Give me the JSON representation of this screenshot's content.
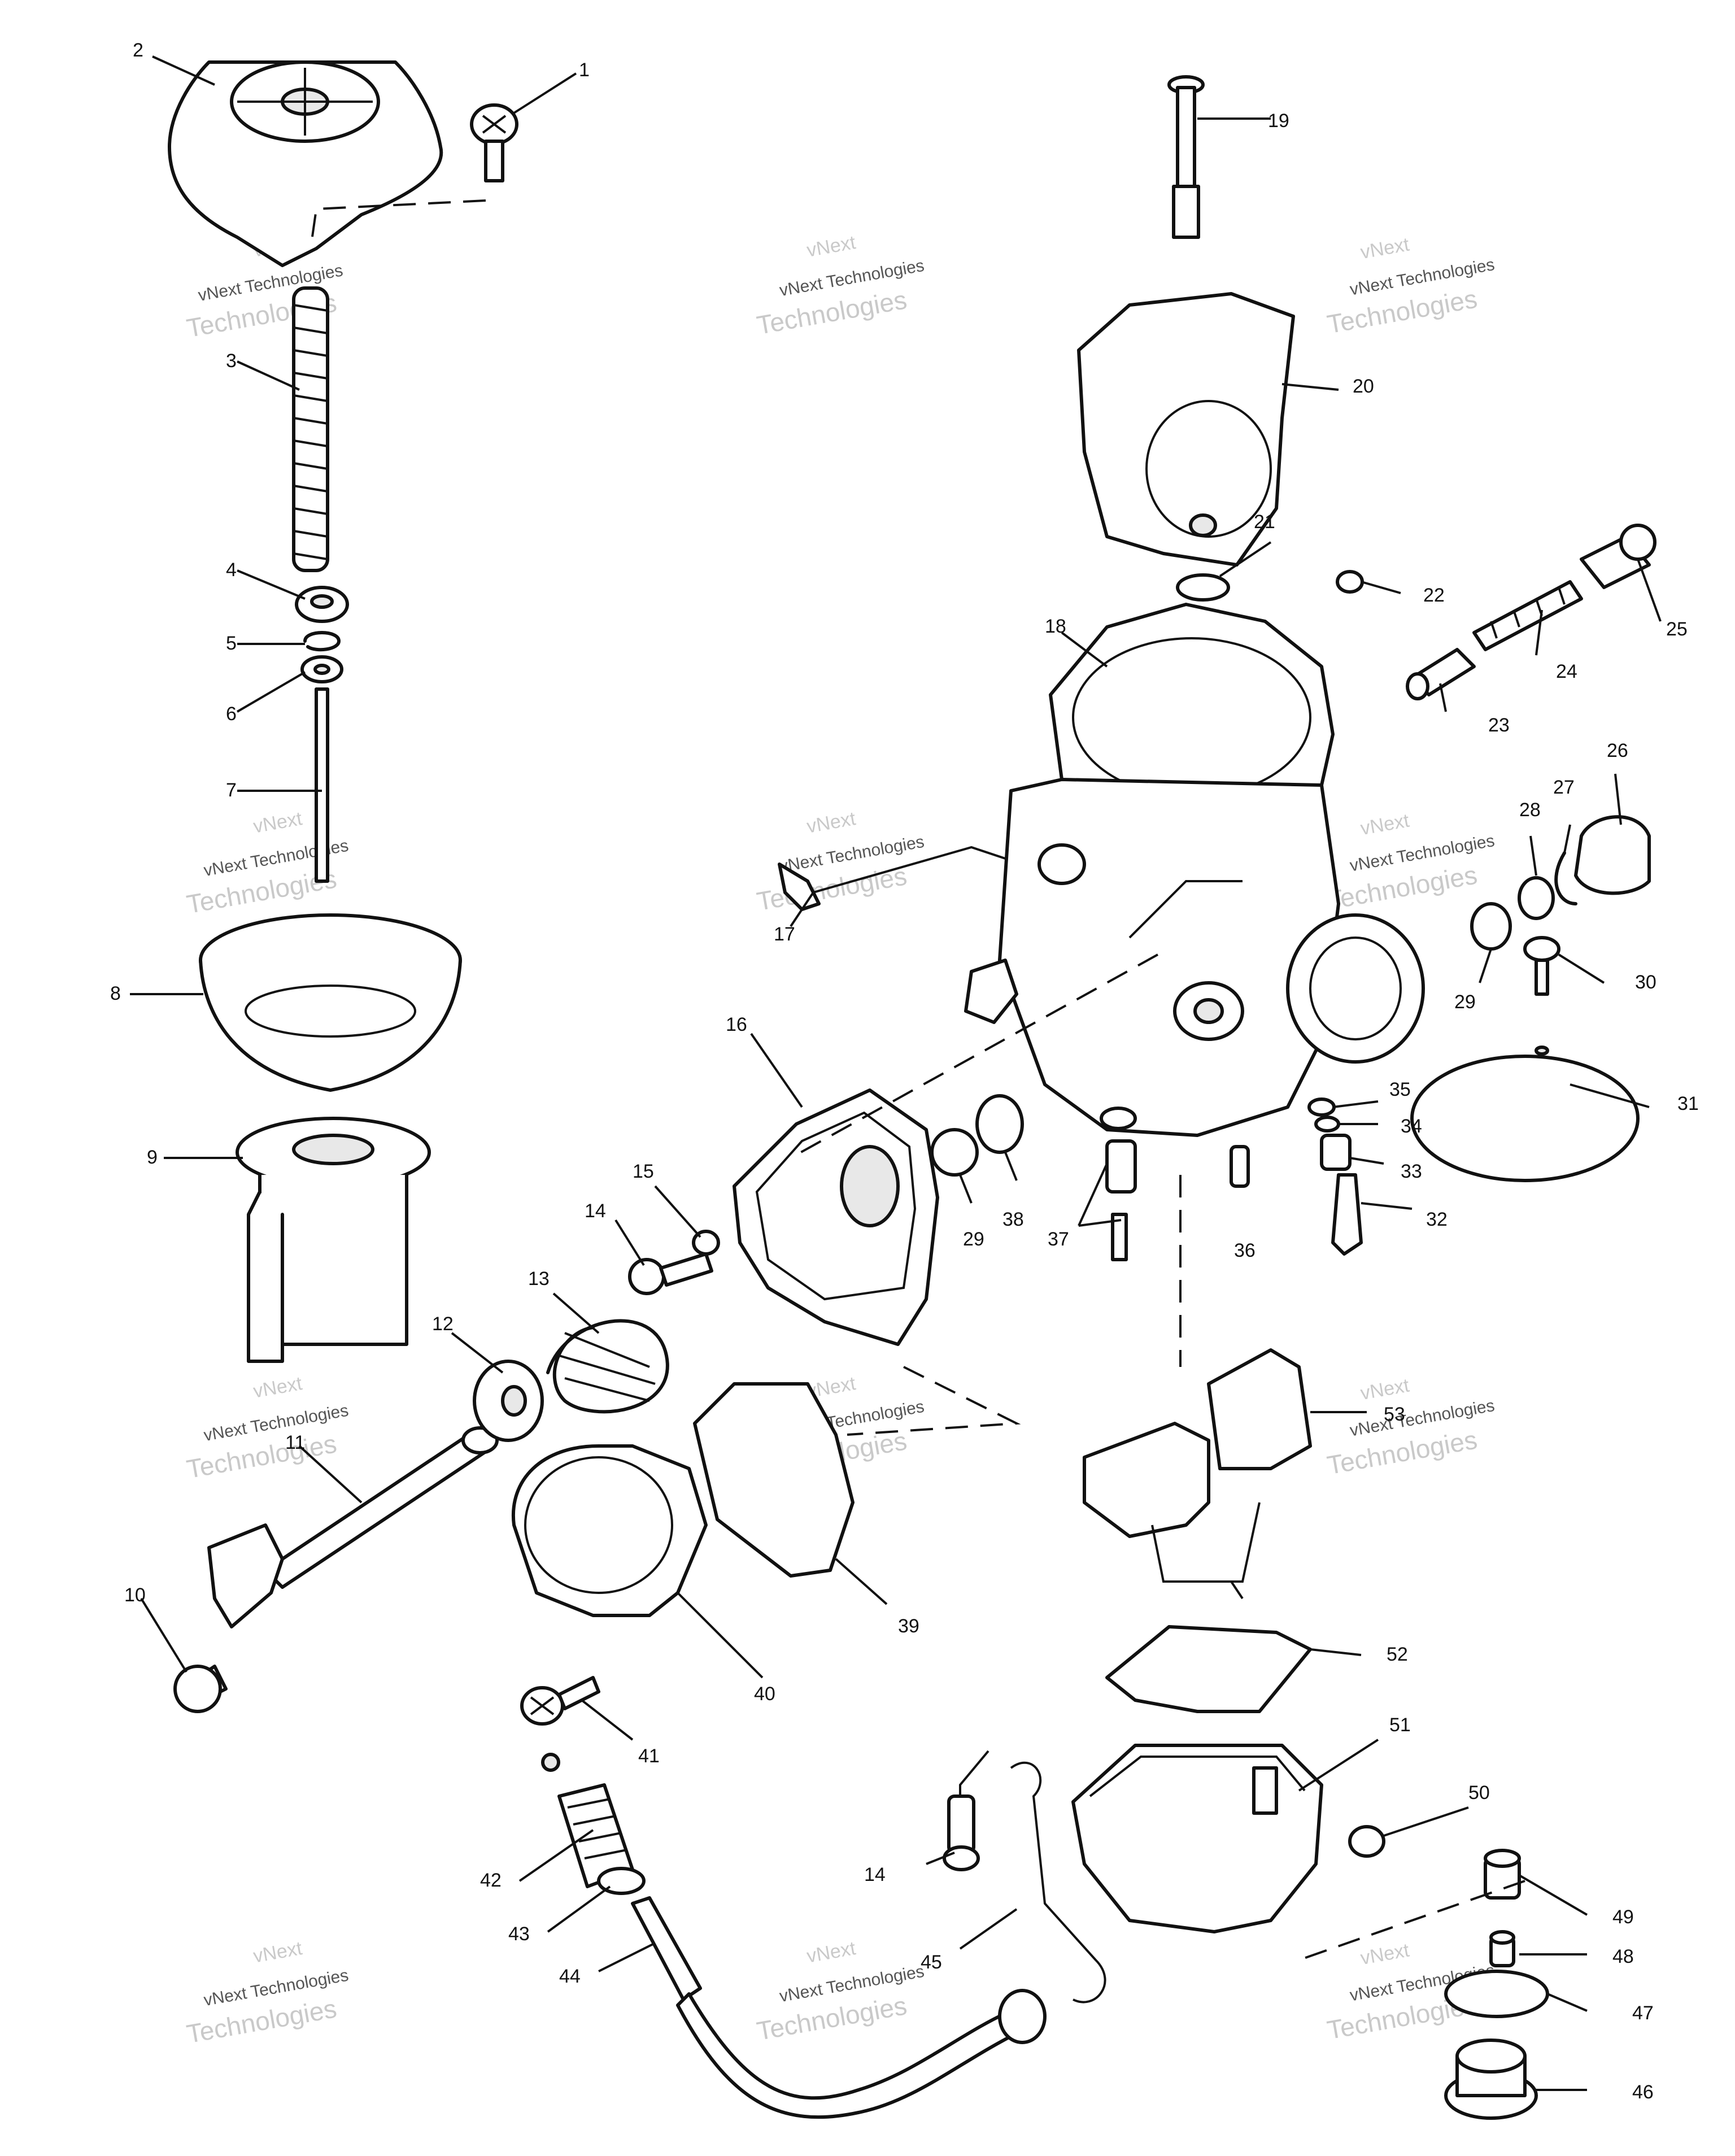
{
  "figure": {
    "callouts": [
      "1",
      "2",
      "3",
      "4",
      "5",
      "6",
      "7",
      "8",
      "9",
      "10",
      "11",
      "12",
      "13",
      "14",
      "15",
      "16",
      "17",
      "18",
      "19",
      "20",
      "21",
      "22",
      "23",
      "24",
      "25",
      "26",
      "27",
      "28",
      "29",
      "30",
      "31",
      "32",
      "33",
      "34",
      "35",
      "36",
      "37",
      "38",
      "29",
      "14",
      "39",
      "40",
      "41",
      "42",
      "43",
      "44",
      "45",
      "46",
      "47",
      "48",
      "49",
      "50",
      "51",
      "52",
      "53"
    ]
  },
  "watermark": {
    "line1": "vNext",
    "line2": "vNext Technologies",
    "line3": "Technologies"
  }
}
